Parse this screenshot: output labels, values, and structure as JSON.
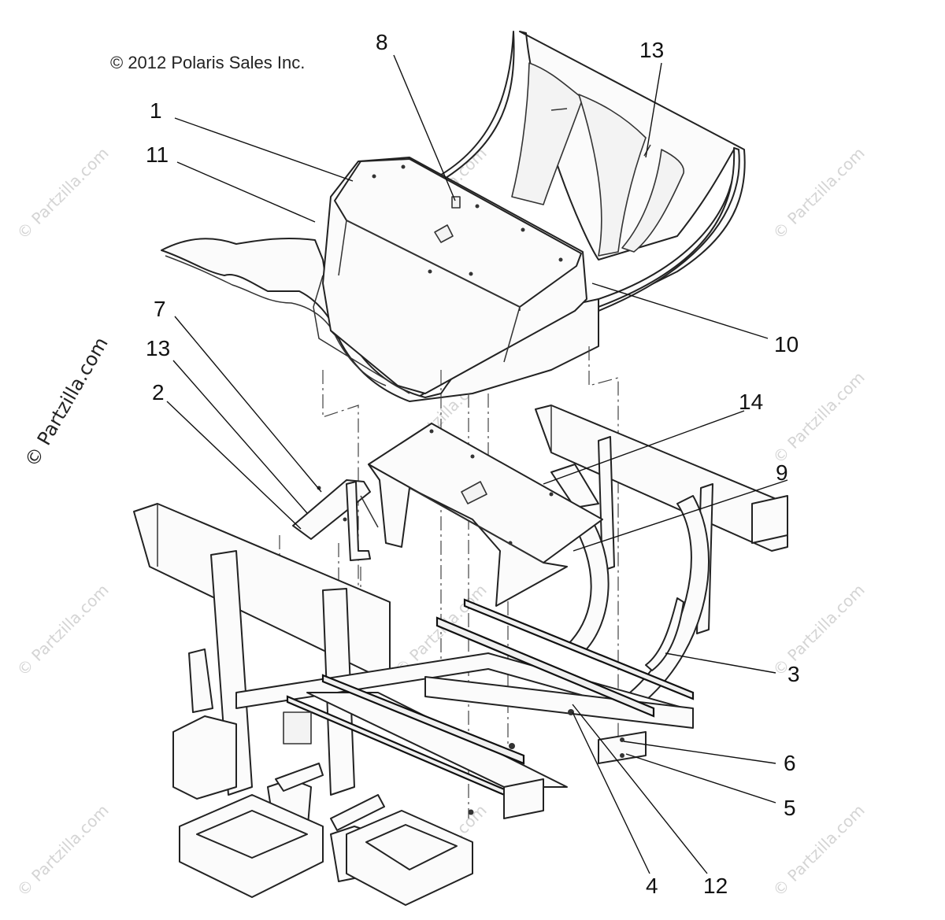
{
  "copyright": "© 2012 Polaris Sales Inc.",
  "watermark": "© Partzilla.com",
  "callouts": {
    "c1": "1",
    "c2": "2",
    "c3": "3",
    "c4": "4",
    "c5": "5",
    "c6": "6",
    "c7": "7",
    "c8": "8",
    "c9": "9",
    "c10": "10",
    "c11": "11",
    "c12": "12",
    "c13a": "13",
    "c13b": "13",
    "c14": "14"
  },
  "colors": {
    "line": "#222222",
    "background": "#ffffff",
    "watermark": "#d4d4d4"
  }
}
